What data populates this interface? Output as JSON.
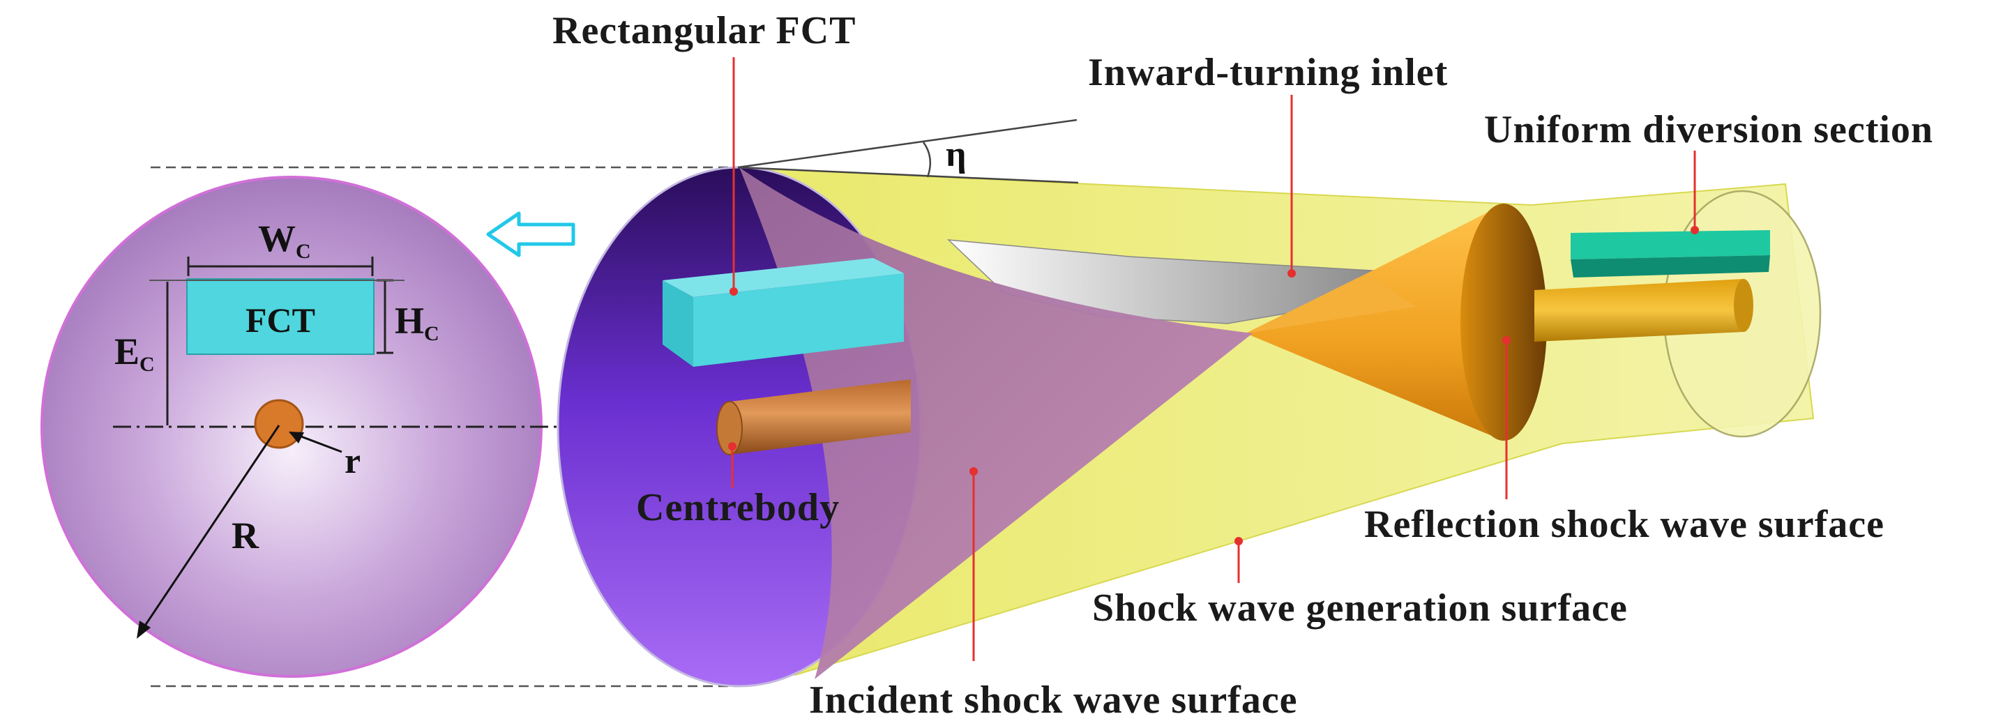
{
  "labels": {
    "rectangular_fct": "Rectangular  FCT",
    "inward_turning_inlet": "Inward-turning  inlet",
    "uniform_diversion_section": "Uniform  diversion  section",
    "centrebody": "Centrebody",
    "reflection_shock": "Reflection shock wave surface",
    "shock_generation": "Shock wave generation surface",
    "incident_shock": "Incident shock wave surface"
  },
  "symbols": {
    "eta": "η",
    "fct": "FCT",
    "w": "W",
    "h": "H",
    "e": "E",
    "sub_c": "C",
    "r_small": "r",
    "r_big": "R"
  },
  "colors": {
    "cross_section": "#b48bc8",
    "fct_box": "#4fd6de",
    "fct_text": "#ff2020",
    "centrebody": "#d9792a",
    "duct_inner": "#8a3ee0",
    "incident_cone": "#b07ba8",
    "generation_surface": "#eaea70",
    "reflection_cone": "#f5a623",
    "diversion_box": "#1ec8a0",
    "leader": "#e53030",
    "arrow": "#22c8e8"
  }
}
